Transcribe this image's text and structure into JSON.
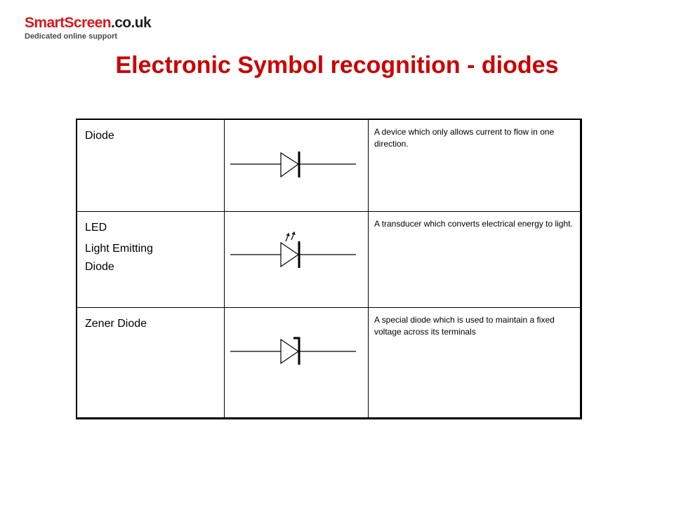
{
  "logo": {
    "brand": "SmartScreen",
    "domain": ".co.uk",
    "tagline": "Dedicated online support",
    "colors": {
      "brand": "#d8191c",
      "domain": "#222222"
    }
  },
  "title": "Electronic Symbol recognition - diodes",
  "title_color": "#cc0000",
  "rows": [
    {
      "name_lines": [
        "Diode"
      ],
      "symbol": "diode-symbol-icon",
      "description": "A device which only allows current to flow in one direction."
    },
    {
      "name_lines": [
        "LED",
        "Light Emitting Diode"
      ],
      "symbol": "led-symbol-icon",
      "description": "A transducer which converts electrical energy to light."
    },
    {
      "name_lines": [
        "Zener Diode"
      ],
      "symbol": "zener-diode-symbol-icon",
      "description": "A special diode which is used to maintain a fixed voltage across its terminals"
    }
  ]
}
